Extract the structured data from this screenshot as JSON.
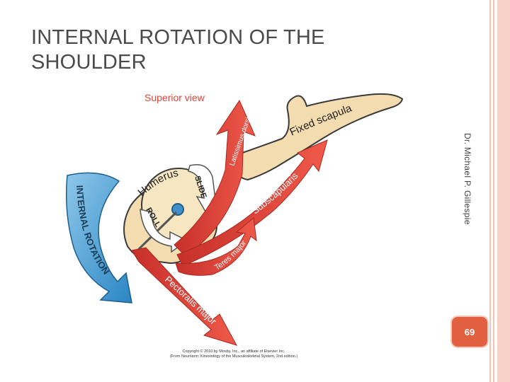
{
  "slide": {
    "title": "INTERNAL ROTATION OF THE SHOULDER",
    "author": "Dr. Michael P. Gillespie",
    "page_number": "69"
  },
  "figure": {
    "view_label": "Superior view",
    "labels": {
      "humerus": "Humerus",
      "fixed_scapula": "Fixed scapula",
      "latissimus_dorsi": "Latissimus dorsi",
      "subscapularis": "Subscapularis",
      "teres_major": "Teres major",
      "pectoralis_major": "Pectoralis major",
      "slide": "SLIDE",
      "roll": "ROLL",
      "internal_rotation": "INTERNAL ROTATION"
    },
    "copyright_line1": "Copyright © 2010 by Mosby, Inc., an affiliate of Elsevier Inc.",
    "copyright_line2": "(From Neumann: Kinesiology of the Musculoskeletal System, 2nd edition.)",
    "colors": {
      "bone": "#f3dcb0",
      "bone_outline": "#3a3a3a",
      "muscle_red": "#e8463c",
      "rotation_blue": "#3f9dd6",
      "view_label": "#e0443a"
    }
  }
}
